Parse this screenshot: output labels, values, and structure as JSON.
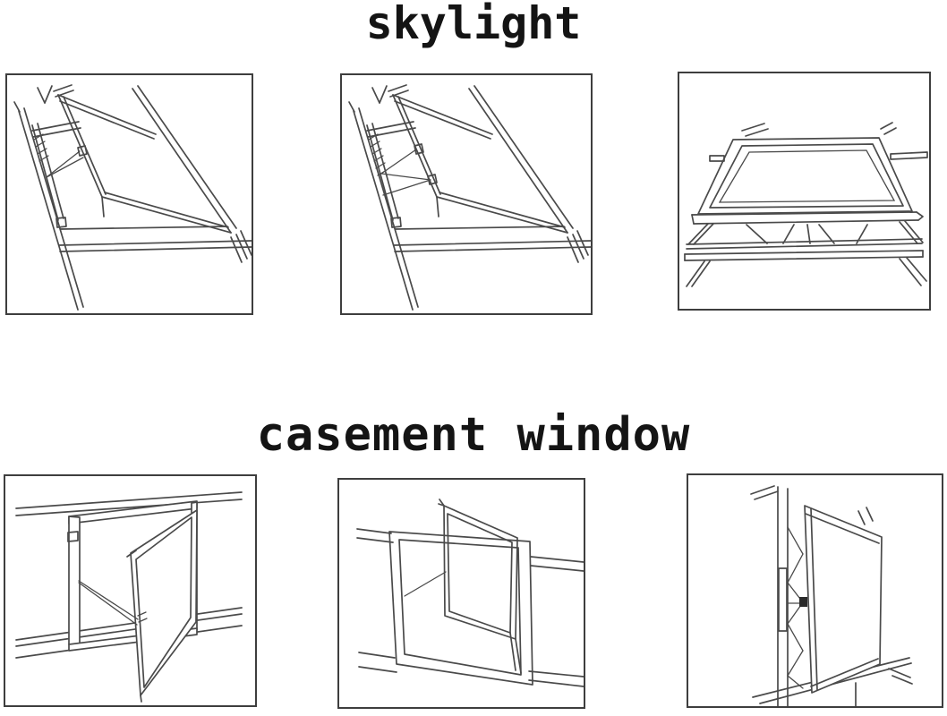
{
  "page": {
    "background": "#ffffff",
    "line_color": "#4a4a4a",
    "border_color": "#3e3e3e",
    "text_color": "#141414"
  },
  "sections": [
    {
      "id": "skylight",
      "title": "skylight",
      "figures": [
        {
          "name": "skylight-open-perspective-1",
          "description": "Top-hung skylight sash opened outward on a pitched roof, perspective line drawing"
        },
        {
          "name": "skylight-open-perspective-2",
          "description": "Top-hung skylight sash opened outward with stay arms, perspective line drawing"
        },
        {
          "name": "skylight-raised-flat",
          "description": "Flat skylight raised above roof curb on pop-up supports, front line drawing"
        }
      ]
    },
    {
      "id": "casement-window",
      "title": "casement window",
      "figures": [
        {
          "name": "casement-open-outward",
          "description": "Side-hung casement sash swung open from wall frame, perspective line drawing"
        },
        {
          "name": "casement-tilt-pivot",
          "description": "Casement sash pivoted with top corner tilted out of frame, perspective line drawing"
        },
        {
          "name": "casement-edge-view",
          "description": "Open casement sash seen edge-on with hinge pivot on wall post, line drawing"
        }
      ]
    }
  ]
}
